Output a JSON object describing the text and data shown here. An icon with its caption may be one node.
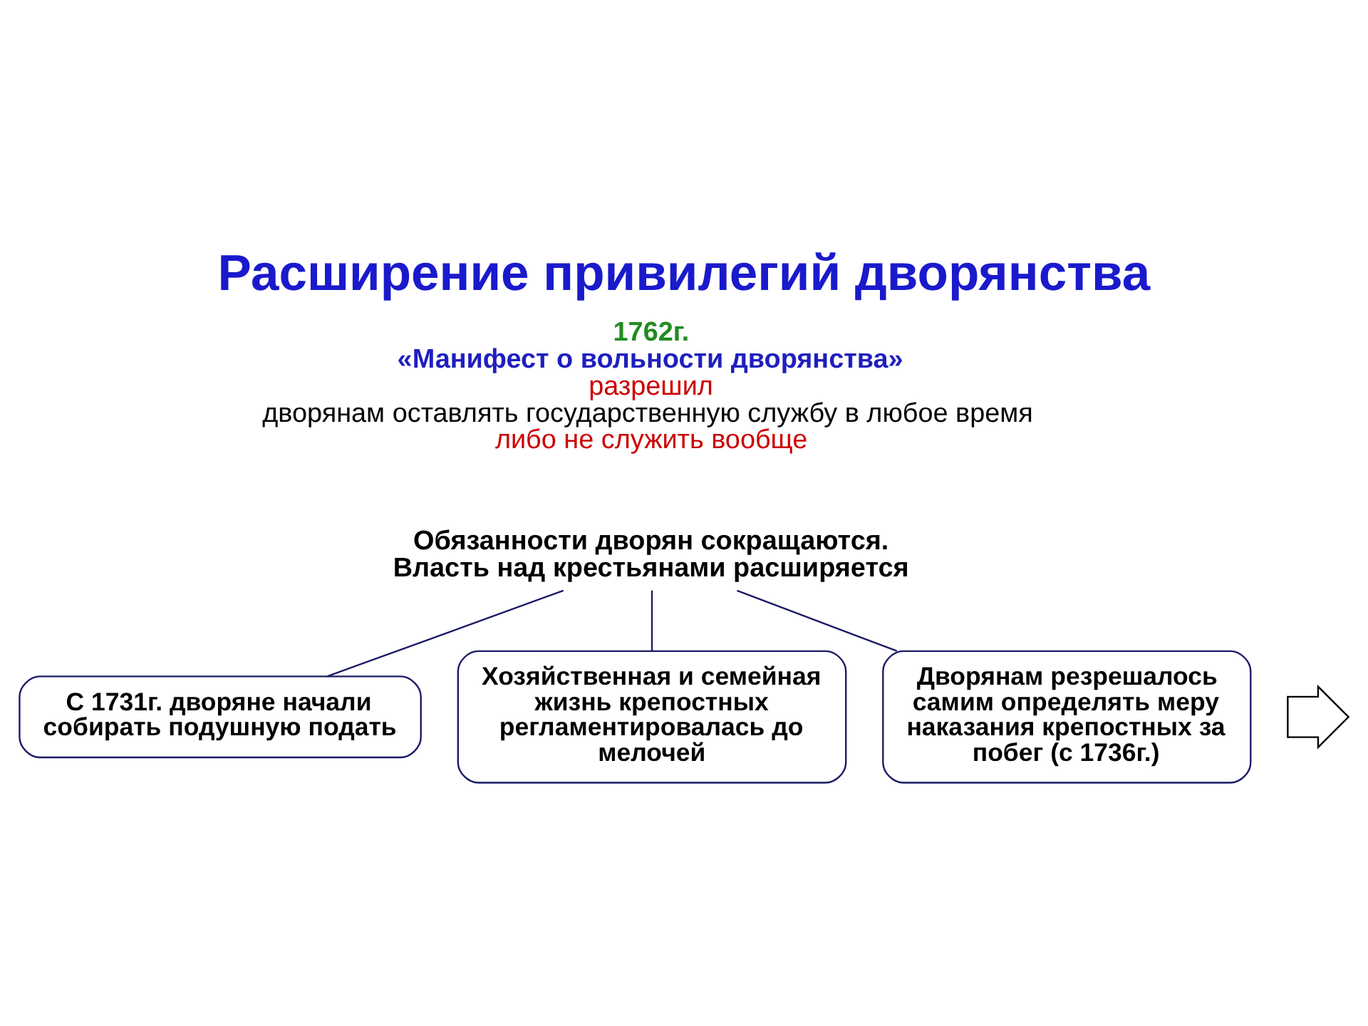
{
  "diagram": {
    "title": "Расширение привилегий дворянства",
    "nodes": [
      {
        "text": [
          "Обязанности дворян сокращаются.",
          "Власть над крестьянами расширяется"
        ]
      },
      {
        "text": [
          "С 1731г. дворяне начали собирать подушную подать"
        ]
      },
      {
        "text": [
          "Хозяйственная и семейная жизнь крепостных регламентировалась до мелочей"
        ]
      },
      {
        "text": [
          "Дворянам резрешалось самим определять меру наказания крепостных за побег (с 1736г.)"
        ]
      },
      {
        "text": [],
        "shape": "triangle"
      }
    ],
    "edges": [
      {
        "from": 1,
        "to": 0,
        "arrow": "none"
      },
      {
        "from": 2,
        "to": 0,
        "arrow": "none"
      },
      {
        "from": 3,
        "to": 0,
        "arrow": "none"
      }
    ],
    "labels": [
      "1762г.",
      "«Манифест о вольности дворянства»",
      "разрешил",
      "дворянам оставлять государственную службу в любое время",
      "либо не служить вообще"
    ]
  }
}
